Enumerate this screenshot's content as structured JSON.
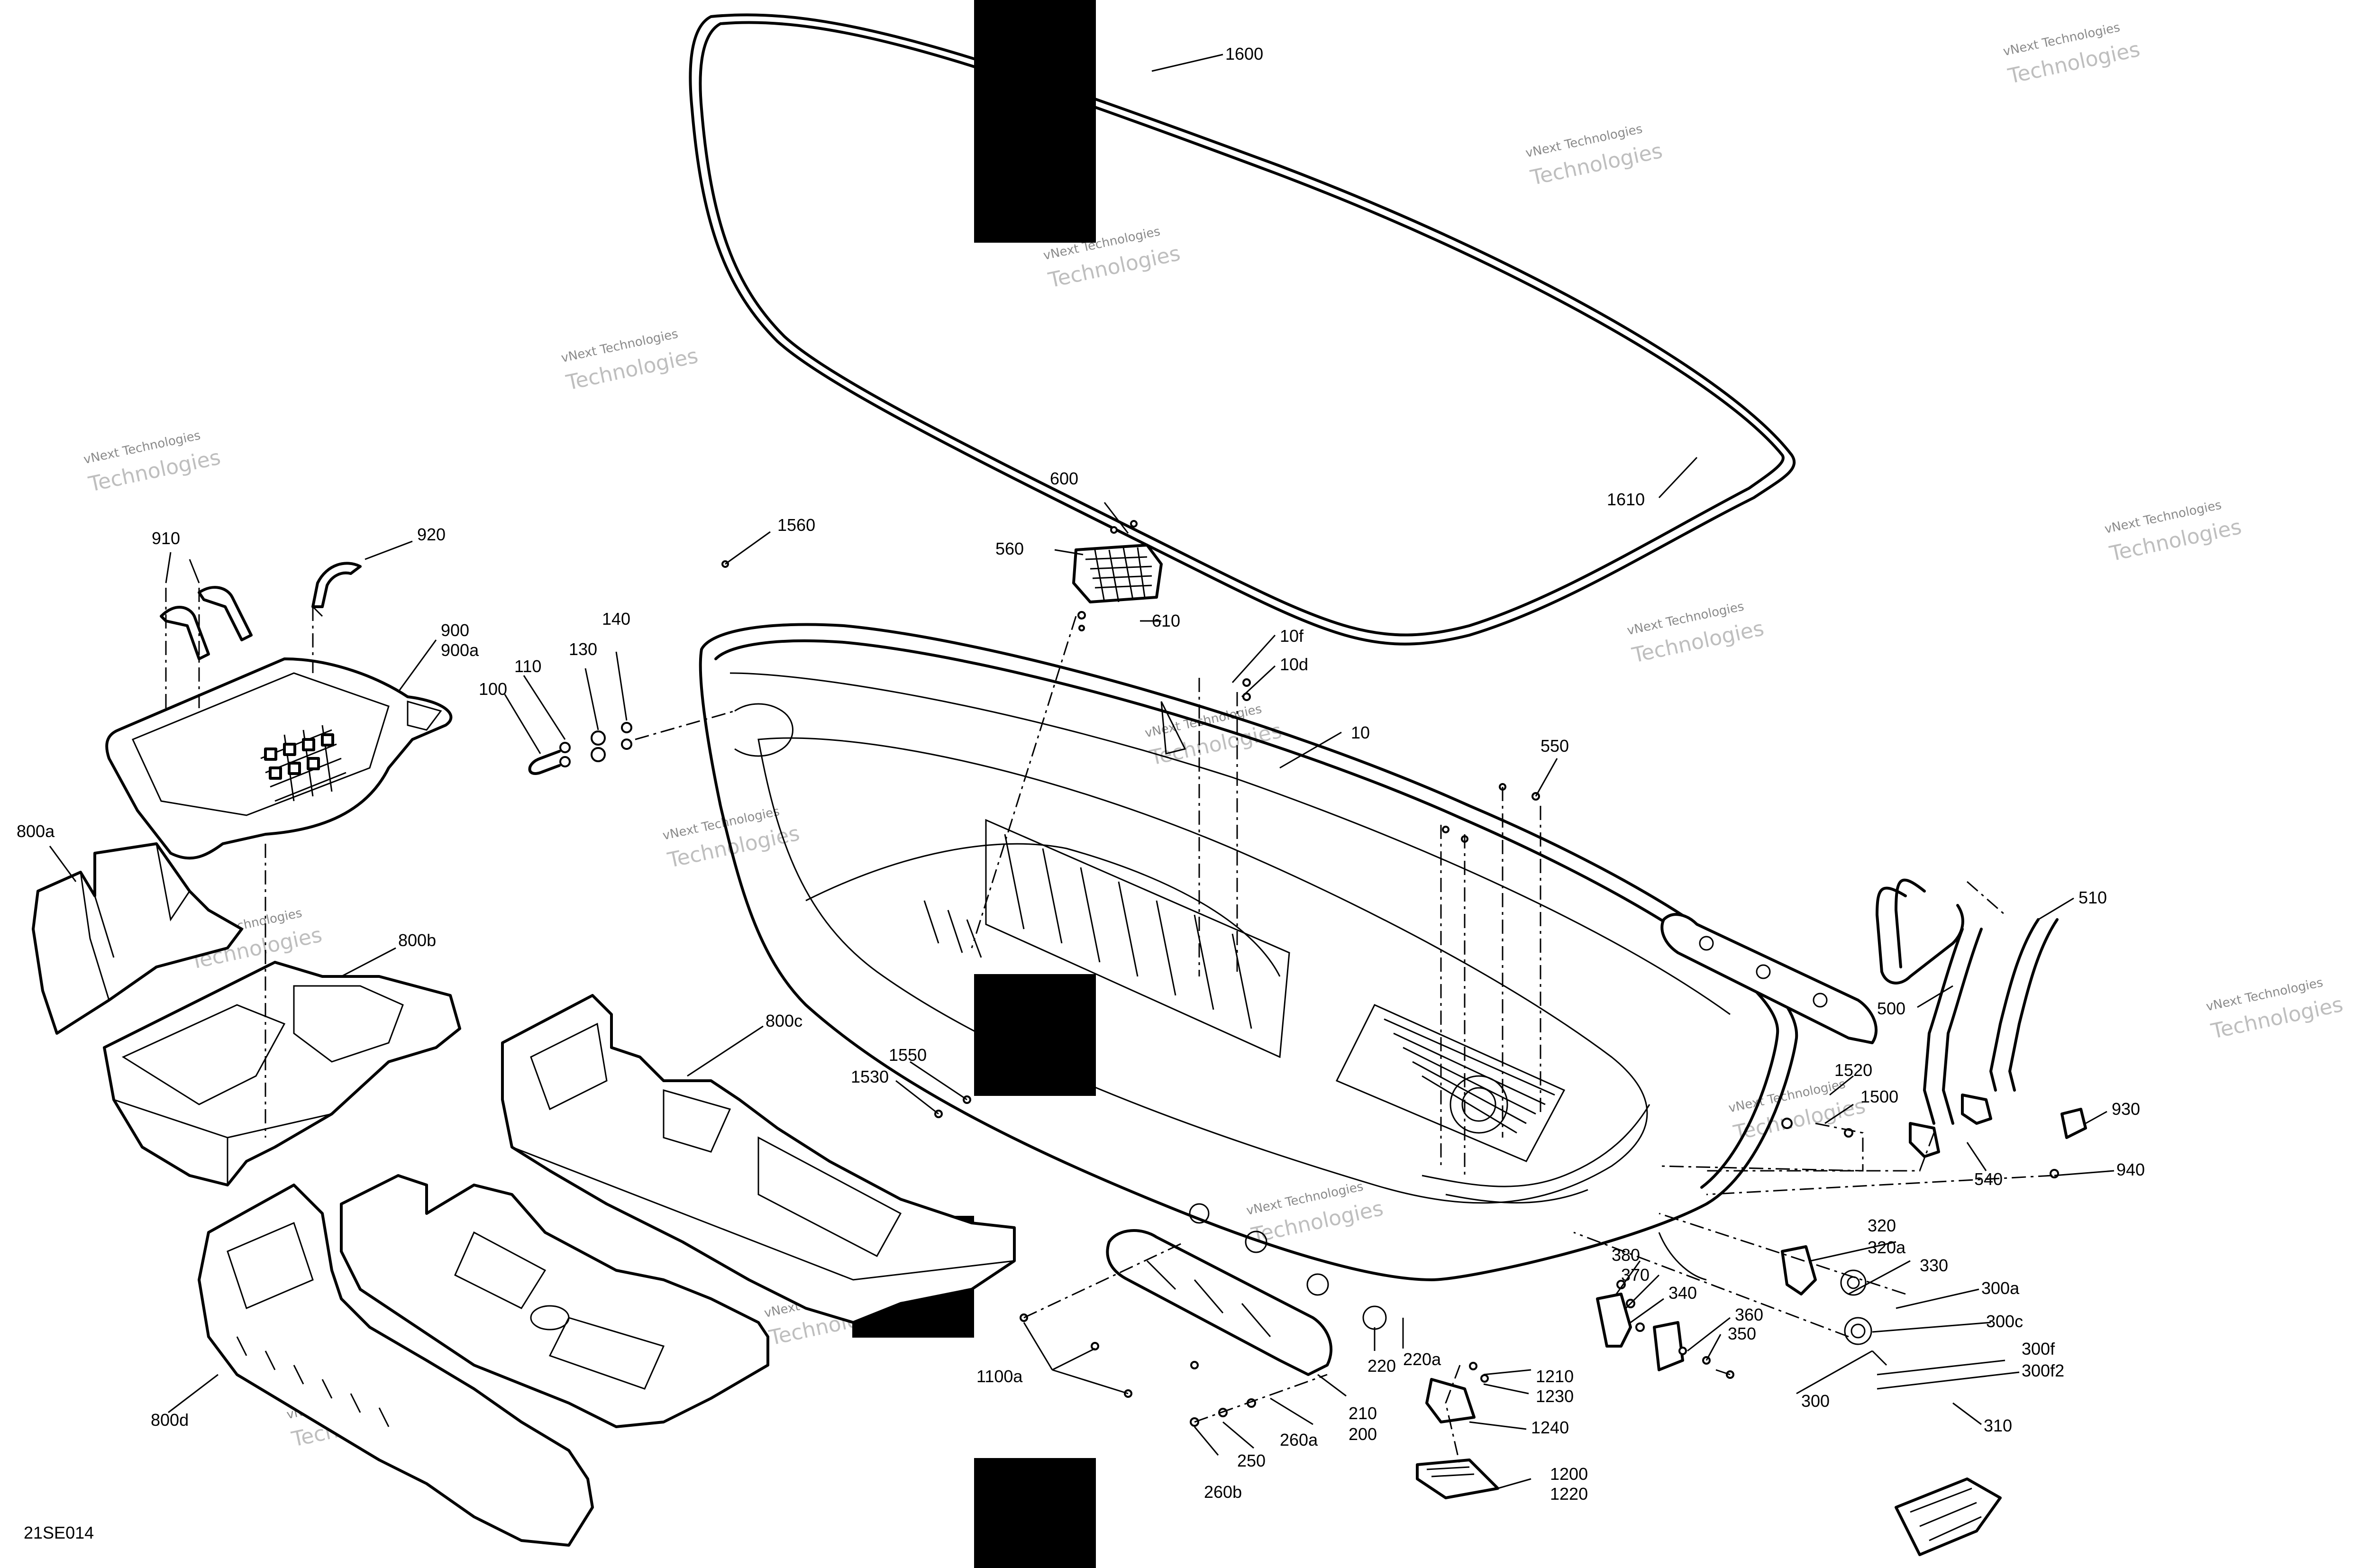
{
  "figure": {
    "code": "21SE014",
    "watermark": {
      "line1": "vNext Technologies",
      "line2": "Technologies"
    }
  },
  "callouts": [
    "1600",
    "1610",
    "600",
    "560",
    "610",
    "1560",
    "910",
    "920",
    "900",
    "900a",
    "140",
    "130",
    "110",
    "100",
    "10f",
    "10d",
    "10",
    "550",
    "800a",
    "800b",
    "800c",
    "800d",
    "1550",
    "1530",
    "510",
    "500",
    "1520",
    "1500",
    "540",
    "930",
    "940",
    "320",
    "320a",
    "330",
    "300a",
    "300c",
    "300f",
    "300f2",
    "300",
    "310",
    "380",
    "370",
    "340",
    "360",
    "350",
    "1210",
    "1230",
    "1240",
    "1200",
    "1220",
    "220",
    "220a",
    "210",
    "200",
    "260a",
    "250",
    "260b",
    "1100a"
  ]
}
